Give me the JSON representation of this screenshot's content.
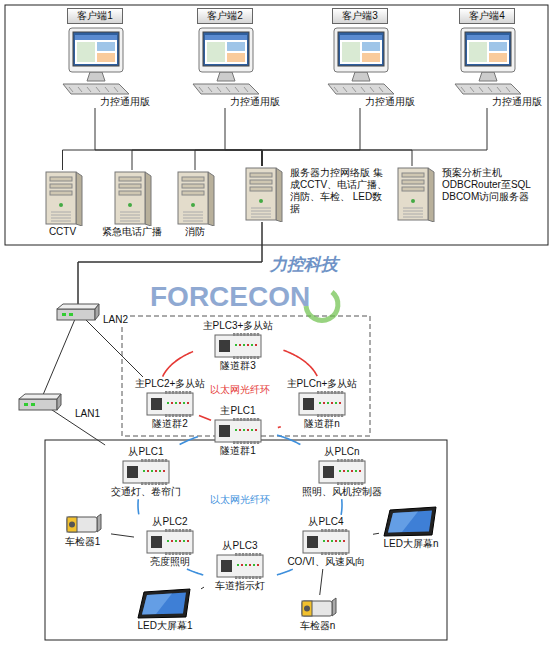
{
  "diagram": {
    "nodes": [
      {
        "text": [
          "客户端1",
          "力控通用版"
        ]
      },
      {
        "text": [
          "客户端2",
          "力控通用版"
        ]
      },
      {
        "text": [
          "客户端3",
          "力控通用版"
        ]
      },
      {
        "text": [
          "客户端4",
          "力控通用版"
        ]
      },
      {
        "text": [
          "CCTV"
        ]
      },
      {
        "text": [
          "紧急电话广播"
        ]
      },
      {
        "text": [
          "消防"
        ]
      },
      {
        "text": [
          "服务器力控网络版 集成CCTV、电话广播、消防、车检、 LED数据"
        ]
      },
      {
        "text": [
          "预案分析主机 ODBCRouter至SQL DBCOM访问服务器"
        ]
      },
      {
        "text": [
          "主PLC3+多从站",
          "隧道群3"
        ]
      },
      {
        "text": [
          "主PLC2+多从站",
          "隧道群2"
        ]
      },
      {
        "text": [
          "主PLCn+多从站",
          "隧道群n"
        ]
      },
      {
        "text": [
          "主PLC1",
          "隧道群1"
        ]
      },
      {
        "text": [
          "从PLC1",
          "交通灯、卷帘门"
        ]
      },
      {
        "text": [
          "从PLCn",
          "照明、风机控制器"
        ]
      },
      {
        "text": [
          "从PLC2",
          "亮度照明"
        ]
      },
      {
        "text": [
          "从PLC4",
          "CO/VI、风速风向"
        ]
      },
      {
        "text": [
          "从PLC3",
          "车道指示灯"
        ]
      },
      {
        "text": [
          "车检器1"
        ]
      },
      {
        "text": [
          "LED大屏幕n"
        ]
      },
      {
        "text": [
          "LED大屏幕1"
        ]
      },
      {
        "text": [
          "车检器n"
        ]
      }
    ],
    "edges": [
      {
        "from": 0,
        "to": 7,
        "arrow": "none"
      },
      {
        "from": 1,
        "to": 7,
        "arrow": "none"
      },
      {
        "from": 2,
        "to": 7,
        "arrow": "none"
      },
      {
        "from": 3,
        "to": 7,
        "arrow": "none"
      },
      {
        "from": 4,
        "to": 7,
        "arrow": "none"
      },
      {
        "from": 5,
        "to": 7,
        "arrow": "none"
      },
      {
        "from": 6,
        "to": 7,
        "arrow": "none"
      },
      {
        "from": 8,
        "to": 7,
        "arrow": "none"
      },
      {
        "from": 7,
        "to": 10,
        "label": "LAN2",
        "arrow": "none"
      },
      {
        "from": 7,
        "to": 13,
        "label": "LAN1",
        "arrow": "none"
      },
      {
        "from": 9,
        "to": 11,
        "arrow": "none"
      },
      {
        "from": 11,
        "to": 12,
        "arrow": "none"
      },
      {
        "from": 12,
        "to": 10,
        "arrow": "none"
      },
      {
        "from": 10,
        "to": 9,
        "arrow": "none"
      },
      {
        "from": 12,
        "to": 14,
        "arrow": "none"
      },
      {
        "from": 14,
        "to": 16,
        "arrow": "none"
      },
      {
        "from": 16,
        "to": 17,
        "arrow": "none"
      },
      {
        "from": 17,
        "to": 15,
        "arrow": "none"
      },
      {
        "from": 15,
        "to": 13,
        "arrow": "none"
      },
      {
        "from": 13,
        "to": 12,
        "arrow": "none"
      },
      {
        "from": 18,
        "to": 15,
        "arrow": "none"
      },
      {
        "from": 20,
        "to": 17,
        "arrow": "none"
      },
      {
        "from": 21,
        "to": 16,
        "arrow": "none"
      },
      {
        "from": 19,
        "to": 16,
        "arrow": "none"
      }
    ],
    "labels": [
      "以太网光纤环",
      "以太网光纤环",
      "力控科技",
      "FORCECON"
    ]
  }
}
